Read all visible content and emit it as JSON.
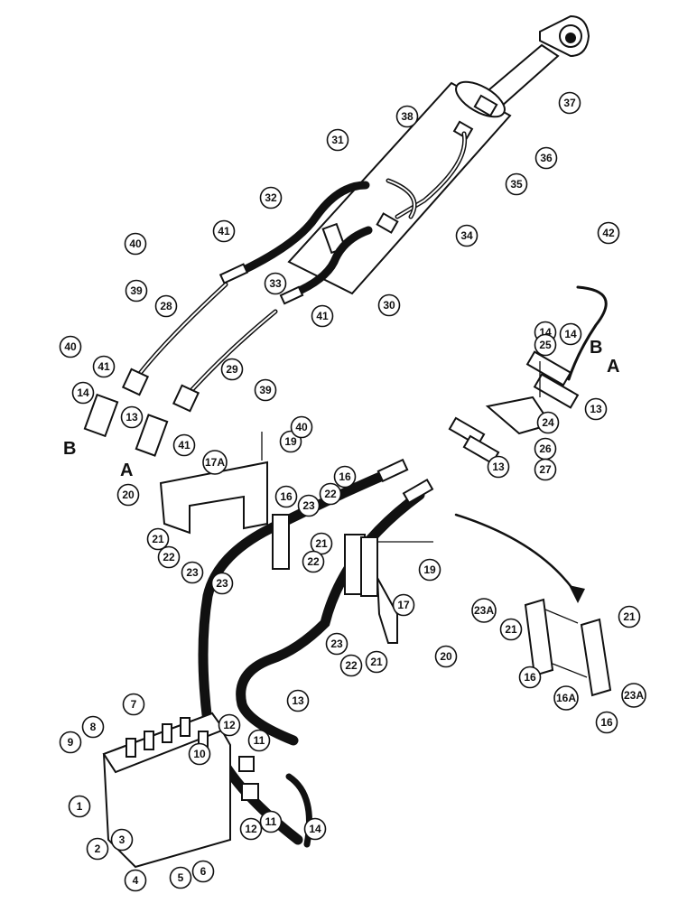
{
  "diagram": {
    "callouts": [
      {
        "label": "1"
      },
      {
        "label": "2"
      },
      {
        "label": "3"
      },
      {
        "label": "4"
      },
      {
        "label": "5"
      },
      {
        "label": "6"
      },
      {
        "label": "7"
      },
      {
        "label": "8"
      },
      {
        "label": "9"
      },
      {
        "label": "10"
      },
      {
        "label": "11"
      },
      {
        "label": "11"
      },
      {
        "label": "12"
      },
      {
        "label": "12"
      },
      {
        "label": "13"
      },
      {
        "label": "13"
      },
      {
        "label": "13"
      },
      {
        "label": "13"
      },
      {
        "label": "14"
      },
      {
        "label": "14"
      },
      {
        "label": "14"
      },
      {
        "label": "14"
      },
      {
        "label": "16"
      },
      {
        "label": "16"
      },
      {
        "label": "16"
      },
      {
        "label": "16"
      },
      {
        "label": "16A"
      },
      {
        "label": "17"
      },
      {
        "label": "17A"
      },
      {
        "label": "19"
      },
      {
        "label": "19"
      },
      {
        "label": "20"
      },
      {
        "label": "20"
      },
      {
        "label": "21"
      },
      {
        "label": "21"
      },
      {
        "label": "21"
      },
      {
        "label": "21"
      },
      {
        "label": "21"
      },
      {
        "label": "22"
      },
      {
        "label": "22"
      },
      {
        "label": "22"
      },
      {
        "label": "22"
      },
      {
        "label": "23"
      },
      {
        "label": "23"
      },
      {
        "label": "23"
      },
      {
        "label": "23"
      },
      {
        "label": "23A"
      },
      {
        "label": "23A"
      },
      {
        "label": "24"
      },
      {
        "label": "25"
      },
      {
        "label": "26"
      },
      {
        "label": "27"
      },
      {
        "label": "28"
      },
      {
        "label": "29"
      },
      {
        "label": "30"
      },
      {
        "label": "31"
      },
      {
        "label": "32"
      },
      {
        "label": "33"
      },
      {
        "label": "34"
      },
      {
        "label": "35"
      },
      {
        "label": "36"
      },
      {
        "label": "37"
      },
      {
        "label": "38"
      },
      {
        "label": "39"
      },
      {
        "label": "39"
      },
      {
        "label": "40"
      },
      {
        "label": "40"
      },
      {
        "label": "40"
      },
      {
        "label": "41"
      },
      {
        "label": "41"
      },
      {
        "label": "41"
      },
      {
        "label": "41"
      },
      {
        "label": "42"
      }
    ],
    "letters": [
      {
        "label": "B"
      },
      {
        "label": "A"
      },
      {
        "label": "B"
      },
      {
        "label": "A"
      }
    ]
  }
}
